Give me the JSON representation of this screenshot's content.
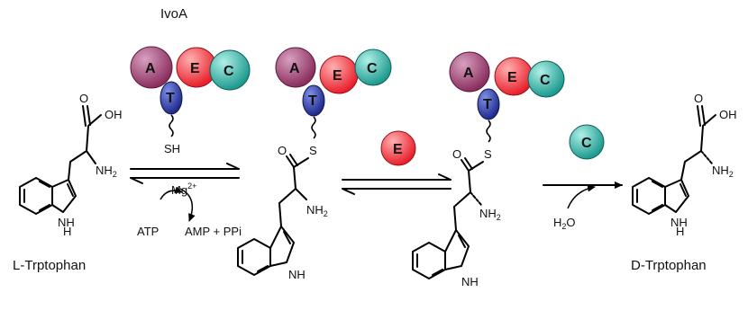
{
  "title": "IvoA",
  "domains": {
    "A": "A",
    "T": "T",
    "E": "E",
    "C": "C"
  },
  "colors": {
    "A": "#8a2e5e",
    "T": "#1f2a8c",
    "E": "#e8202c",
    "C": "#1d9a8e"
  },
  "molecules": {
    "left_name": "L-Trptophan",
    "right_name": "D-Trptophan",
    "oh": "OH",
    "nh2": "NH",
    "nh2_sub": "2",
    "nh": "NH",
    "h": "H",
    "sh": "SH",
    "s": "S",
    "o": "O"
  },
  "reagents": {
    "atp": "ATP",
    "mg": "Mg",
    "mg_sup": "2+",
    "products": "AMP + PPi",
    "water": "H",
    "water_sub": "2",
    "water_o": "O"
  }
}
